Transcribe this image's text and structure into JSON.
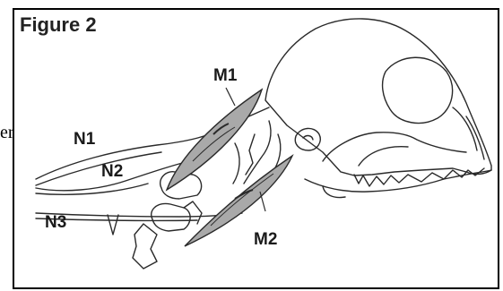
{
  "figure": {
    "title": "Figure 2",
    "cutoff_text": "er",
    "labels": {
      "m1": "M1",
      "m2": "M2",
      "n1": "N1",
      "n2": "N2",
      "n3": "N3"
    },
    "colors": {
      "muscle_fill": "#a9a9a9",
      "line": "#2a2a2a",
      "border": "#000000"
    }
  }
}
